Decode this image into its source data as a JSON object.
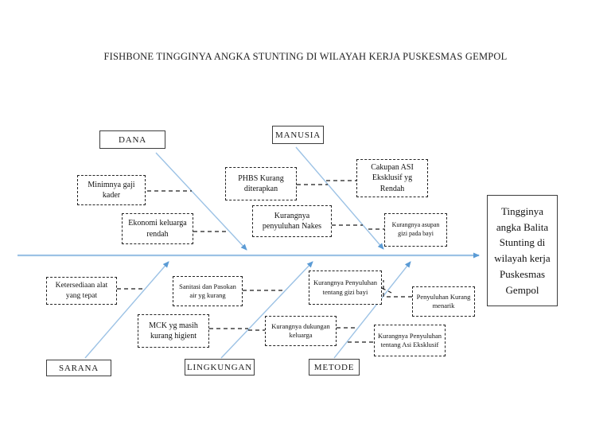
{
  "title": "FISHBONE TINGGINYA ANGKA STUNTING DI WILAYAH KERJA PUSKESMAS GEMPOL",
  "head": {
    "label": "Tingginya angka Balita Stunting di wilayah kerja Puskesmas Gempol"
  },
  "categories": [
    {
      "id": "dana",
      "label": "DANA"
    },
    {
      "id": "manusia",
      "label": "MANUSIA"
    },
    {
      "id": "sarana",
      "label": "SARANA"
    },
    {
      "id": "lingkungan",
      "label": "LINGKUNGAN"
    },
    {
      "id": "metode",
      "label": "METODE"
    }
  ],
  "causes": [
    {
      "category": "DANA",
      "label": "Minimnya gaji kader"
    },
    {
      "category": "DANA",
      "label": "Ekonomi keluarga rendah"
    },
    {
      "category": "MANUSIA",
      "label": "PHBS Kurang diterapkan"
    },
    {
      "category": "MANUSIA",
      "label": "Kurangnya penyuluhan Nakes"
    },
    {
      "category": "MANUSIA",
      "label": "Cakupan ASI Eksklusif yg Rendah"
    },
    {
      "category": "MANUSIA",
      "label": "Kurangnya asupan gizi pada bayi"
    },
    {
      "category": "SARANA",
      "label": "Ketersediaan alat yang tepat"
    },
    {
      "category": "LINGKUNGAN",
      "label": "Sanitasi dan Pasokan air yg kurang"
    },
    {
      "category": "LINGKUNGAN",
      "label": "MCK yg masih kurang higient"
    },
    {
      "category": "METODE",
      "label": "Kurangnya Penyuluhan tentang gizi bayi"
    },
    {
      "category": "LINGKUNGAN",
      "label": "Kurangnya dukungan keluarga"
    },
    {
      "category": "METODE",
      "label": "Penyuluhan Kurang menarik"
    },
    {
      "category": "METODE",
      "label": "Kurangnya Penyuluhan tentang Asi Eksklusif"
    }
  ],
  "colors": {
    "line_blue": "#9CC2E5",
    "arrow_blue": "#5B9BD5",
    "box_border": "#3d3d3d",
    "dashed_border": "#242424",
    "text": "#1a1a1a"
  }
}
